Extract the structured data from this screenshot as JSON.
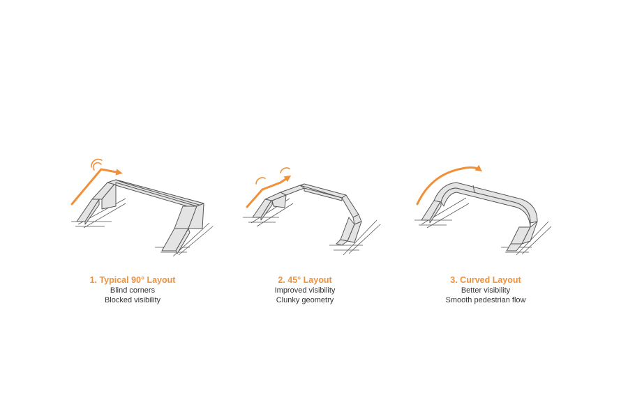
{
  "colors": {
    "accent": "#f0913a",
    "structure_fill": "#e4e4e4",
    "structure_stroke": "#555555",
    "text": "#333333"
  },
  "layouts": [
    {
      "title": "1. Typical 90° Layout",
      "notes": [
        "Blind corners",
        "Blocked visibility"
      ]
    },
    {
      "title": "2. 45° Layout",
      "notes": [
        "Improved visibility",
        "Clunky geometry"
      ]
    },
    {
      "title": "3. Curved Layout",
      "notes": [
        "Better visibility",
        "Smooth pedestrian flow"
      ]
    }
  ]
}
